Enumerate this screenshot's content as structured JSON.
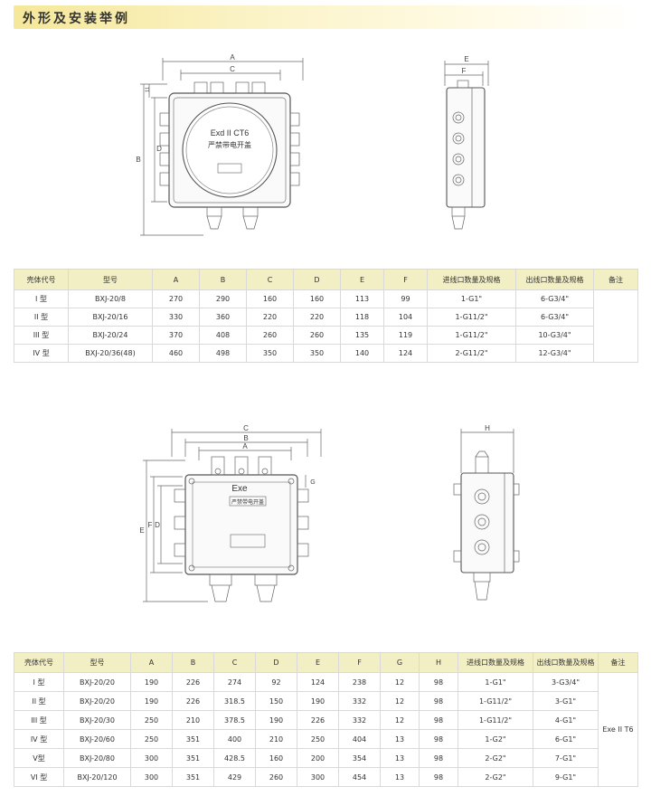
{
  "header": {
    "title": "外形及安装举例"
  },
  "drawing1": {
    "front": {
      "dim_a": "A",
      "dim_c": "C",
      "dim_b": "B",
      "dim_d": "D",
      "dim_11": "11",
      "mark1": "Exd II CT6",
      "mark2": "严禁带电开盖"
    },
    "side": {
      "dim_e": "E",
      "dim_f": "F"
    }
  },
  "table1": {
    "headers": [
      "壳体代号",
      "型号",
      "A",
      "B",
      "C",
      "D",
      "E",
      "F",
      "进线口数量及规格",
      "出线口数量及规格",
      "备注"
    ],
    "rows": [
      [
        "I 型",
        "BXJ-20/8",
        "270",
        "290",
        "160",
        "160",
        "113",
        "99",
        "1-G1\"",
        "6-G3/4\""
      ],
      [
        "II 型",
        "BXJ-20/16",
        "330",
        "360",
        "220",
        "220",
        "118",
        "104",
        "1-G11/2\"",
        "6-G3/4\""
      ],
      [
        "III 型",
        "BXJ-20/24",
        "370",
        "408",
        "260",
        "260",
        "135",
        "119",
        "1-G11/2\"",
        "10-G3/4\""
      ],
      [
        "IV 型",
        "BXJ-20/36(48)",
        "460",
        "498",
        "350",
        "350",
        "140",
        "124",
        "2-G11/2\"",
        "12-G3/4\""
      ]
    ]
  },
  "drawing2": {
    "front": {
      "dim_c": "C",
      "dim_b": "B",
      "dim_a": "A",
      "dim_e": "E",
      "dim_f": "F",
      "dim_d": "D",
      "dim_g": "G",
      "mark1": "Exe",
      "mark2": "严禁带电开盖"
    },
    "side": {
      "dim_h": "H"
    }
  },
  "table2": {
    "headers": [
      "壳体代号",
      "型号",
      "A",
      "B",
      "C",
      "D",
      "E",
      "F",
      "G",
      "H",
      "进线口数量及规格",
      "出线口数量及规格",
      "备注"
    ],
    "rows": [
      [
        "I 型",
        "BXJ-20/20",
        "190",
        "226",
        "274",
        "92",
        "124",
        "238",
        "12",
        "98",
        "1-G1\"",
        "3-G3/4\""
      ],
      [
        "II 型",
        "BXJ-20/20",
        "190",
        "226",
        "318.5",
        "150",
        "190",
        "332",
        "12",
        "98",
        "1-G11/2\"",
        "3-G1\""
      ],
      [
        "III 型",
        "BXJ-20/30",
        "250",
        "210",
        "378.5",
        "190",
        "226",
        "332",
        "12",
        "98",
        "1-G11/2\"",
        "4-G1\""
      ],
      [
        "IV 型",
        "BXJ-20/60",
        "250",
        "351",
        "400",
        "210",
        "250",
        "404",
        "13",
        "98",
        "1-G2\"",
        "6-G1\""
      ],
      [
        "V型",
        "BXJ-20/80",
        "300",
        "351",
        "428.5",
        "160",
        "200",
        "354",
        "13",
        "98",
        "2-G2\"",
        "7-G1\""
      ],
      [
        "VI 型",
        "BXJ-20/120",
        "300",
        "351",
        "429",
        "260",
        "300",
        "454",
        "13",
        "98",
        "2-G2\"",
        "9-G1\""
      ]
    ],
    "note": "Exe II T6"
  }
}
